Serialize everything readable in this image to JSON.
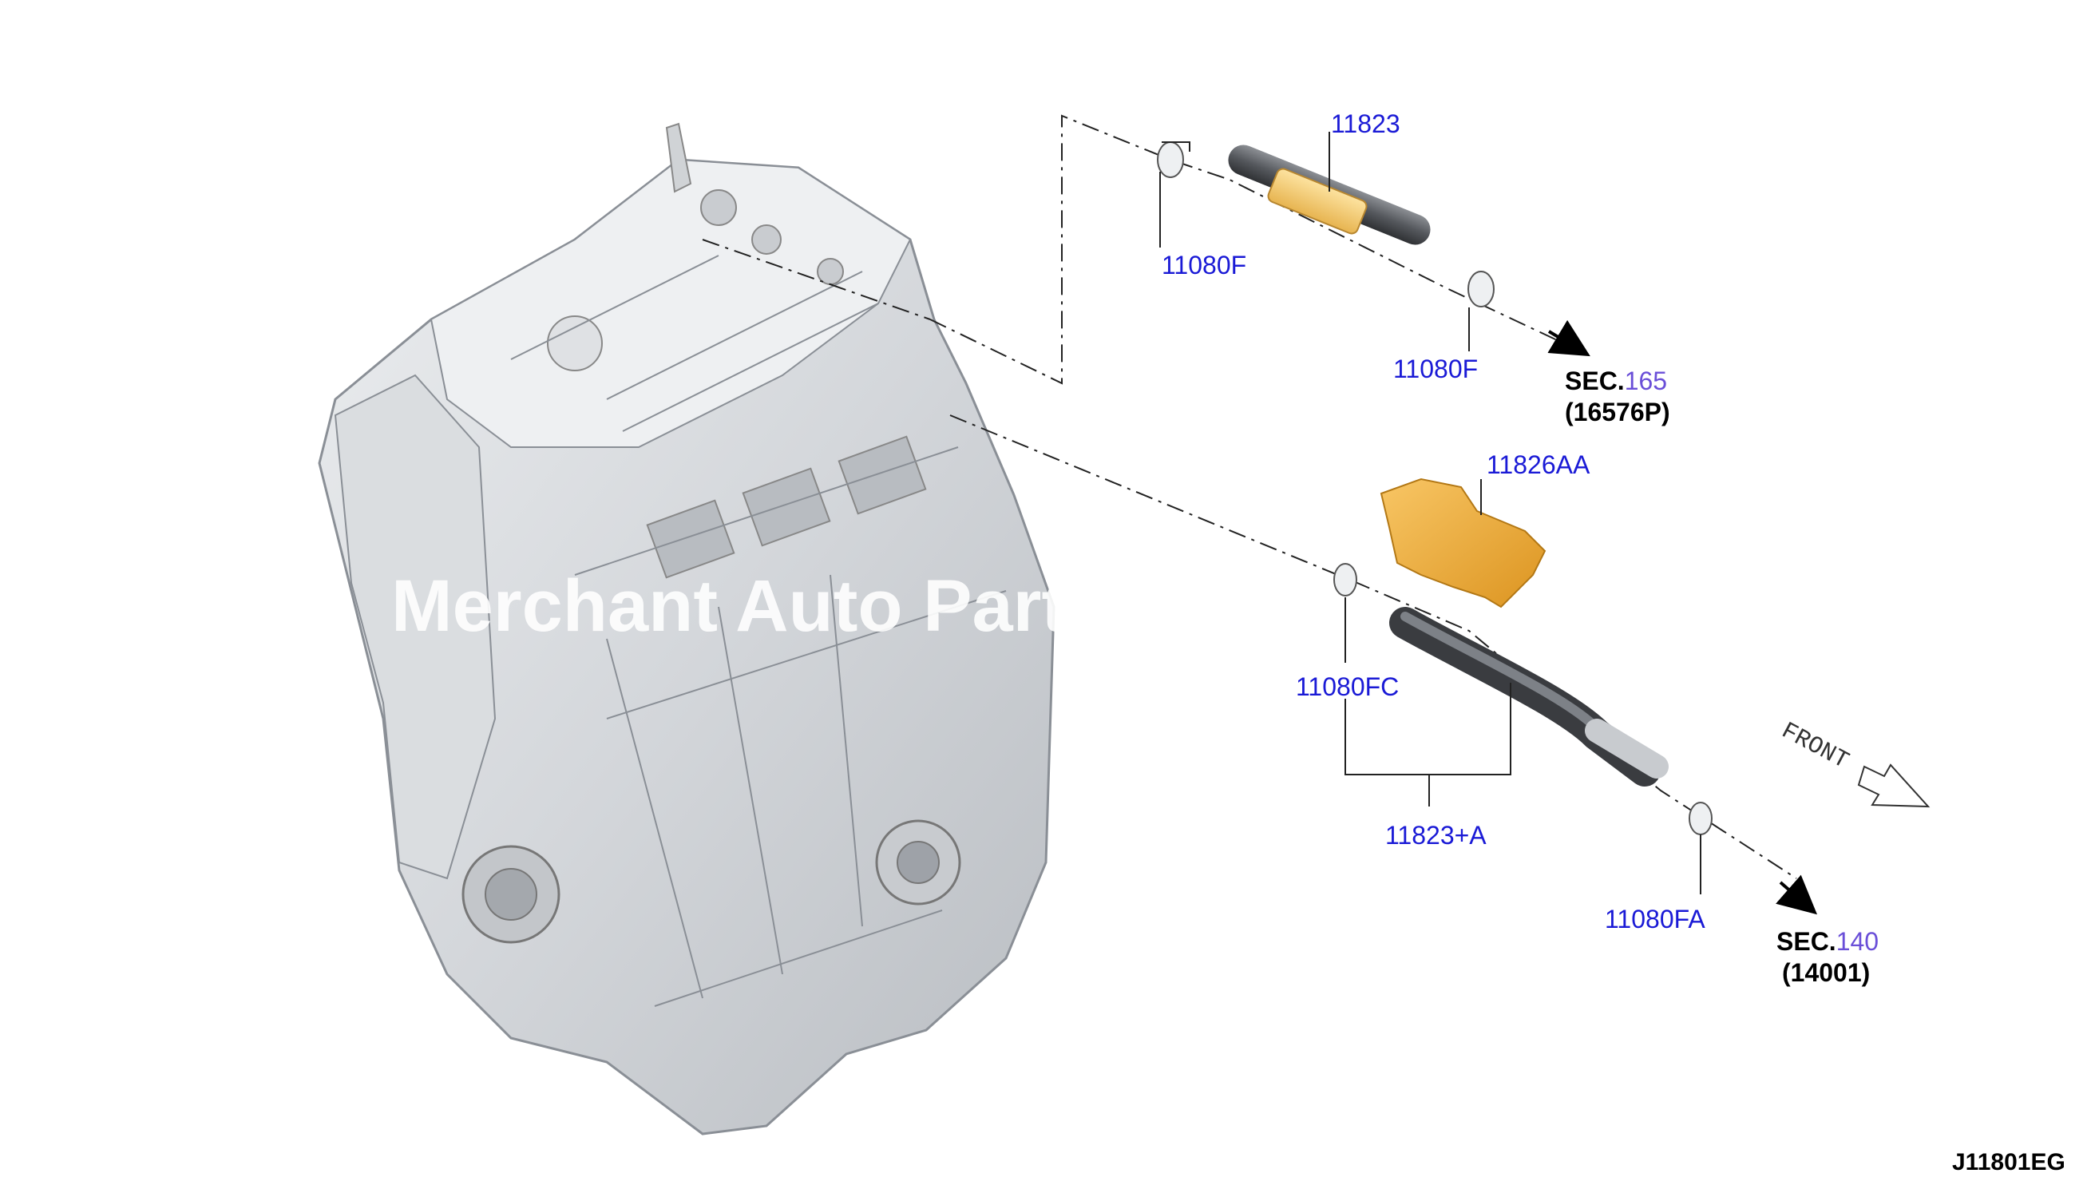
{
  "diagram": {
    "parts": [
      {
        "id": "11823",
        "label": "11823"
      },
      {
        "id": "11080F_top",
        "label": "11080F"
      },
      {
        "id": "11080F_bottom",
        "label": "11080F"
      },
      {
        "id": "11826AA",
        "label": "11826AA"
      },
      {
        "id": "11080FC",
        "label": "11080FC"
      },
      {
        "id": "11823A",
        "label": "11823+A"
      },
      {
        "id": "11080FA",
        "label": "11080FA"
      }
    ],
    "section_refs": [
      {
        "prefix": "SEC.",
        "number": "165",
        "part": "(16576P)"
      },
      {
        "prefix": "SEC.",
        "number": "140",
        "part": "(14001)"
      }
    ],
    "front_label": "FRONT",
    "watermark": "Merchant Auto Parts",
    "figure_code": "J11801EG",
    "colors": {
      "part_label": "#1a1ad6",
      "section_number": "#6a4fd8",
      "hose_highlight": "#f6cd6b",
      "cover_highlight": "#f1b53a",
      "engine_fill": "#d9dbde"
    }
  }
}
